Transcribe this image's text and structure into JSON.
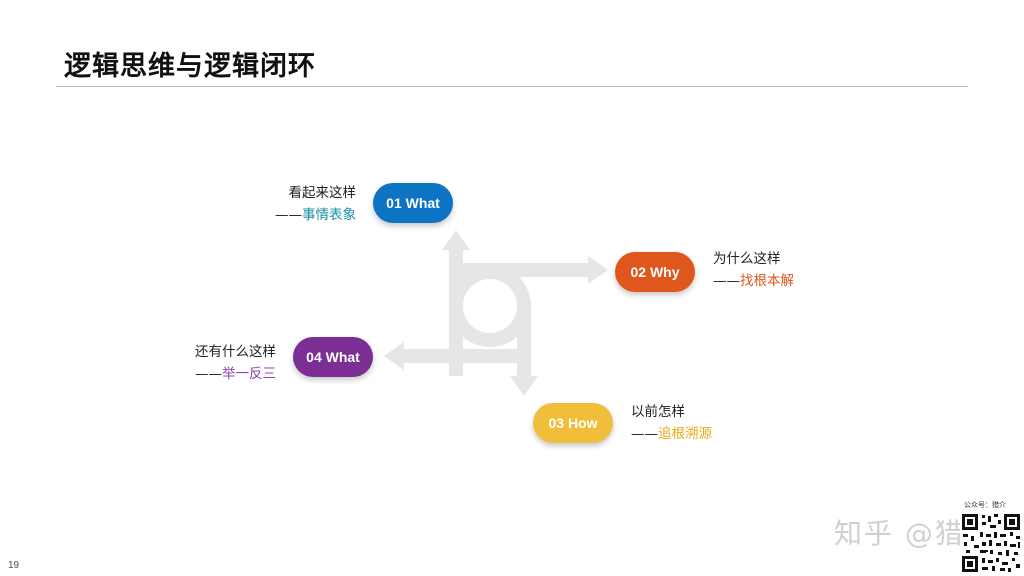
{
  "title": "逻辑思维与逻辑闭环",
  "page_number": "19",
  "steps": [
    {
      "pill": "01 What",
      "question": "看起来这样",
      "prefix": "——",
      "answer": "事情表象",
      "color": "#0d74c4",
      "answer_color": "#1b8fa8"
    },
    {
      "pill": "02 Why",
      "question": "为什么这样",
      "prefix": "——",
      "answer": "找根本解",
      "color": "#e0571d",
      "answer_color": "#e0571d"
    },
    {
      "pill": "03 How",
      "question": "以前怎样",
      "prefix": "——",
      "answer": "追根溯源",
      "color": "#f0be3a",
      "answer_color": "#e8a917"
    },
    {
      "pill": "04 What",
      "question": "还有什么这样",
      "prefix": "——",
      "answer": "举一反三",
      "color": "#7b2f95",
      "answer_color": "#8f44b0"
    }
  ],
  "watermark": "知乎 @猎",
  "qr_caption": "公众号：猎介"
}
